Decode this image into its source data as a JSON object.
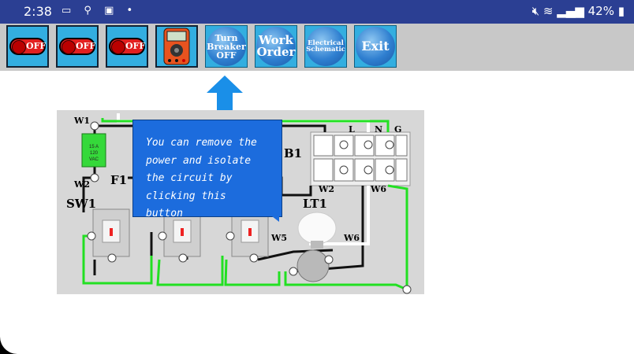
{
  "status": {
    "time": "2:38",
    "battery": "42%"
  },
  "toolbar": {
    "buttons": [
      {
        "label": "OFF"
      },
      {
        "label": "OFF"
      },
      {
        "label": "OFF"
      },
      {
        "label": "multimeter"
      },
      {
        "label": "Turn Breaker OFF",
        "lines": [
          "Turn",
          "Breaker",
          "OFF"
        ]
      },
      {
        "label": "Work Order",
        "lines": [
          "Work",
          "Order"
        ]
      },
      {
        "label": "Electrical Schematic",
        "lines": [
          "Electrical",
          "Schematic"
        ]
      },
      {
        "label": "Exit"
      }
    ]
  },
  "tooltip": {
    "text": "You can remove the power and isolate the circuit by clicking this button"
  },
  "diagram": {
    "labels": {
      "w1": "W1",
      "w2a": "W2",
      "f1": "F1",
      "sw1": "SW1",
      "b1": "B1",
      "l": "L",
      "n": "N",
      "g": "G",
      "w2b": "W2",
      "w6a": "W6",
      "lt1": "LT1",
      "w5": "W5",
      "w6b": "W6",
      "fuse": "15 A 120 VAC"
    }
  },
  "colors": {
    "accent": "#33aee0",
    "status_bar": "#2b3f93",
    "tooltip": "#1c6cdd",
    "wire_green": "#22e022"
  }
}
